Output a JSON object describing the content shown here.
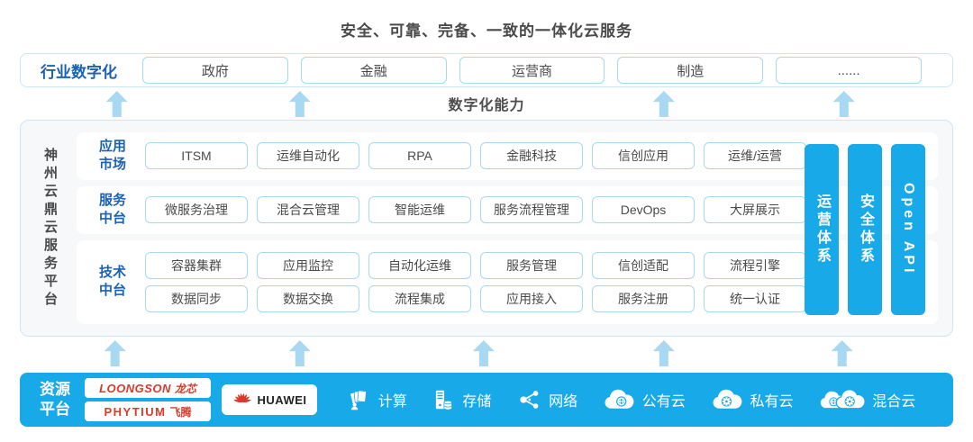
{
  "title": "安全、可靠、完备、一致的一体化云服务",
  "industry_row": {
    "label": "行业数字化",
    "items": [
      "政府",
      "金融",
      "运营商",
      "制造",
      "......"
    ]
  },
  "capability_label": "数字化能力",
  "platform": {
    "side_title": "神州云鼎云服务平台",
    "sections": [
      {
        "label_lines": [
          "应用",
          "市场"
        ],
        "rows": [
          [
            "ITSM",
            "运维自动化",
            "RPA",
            "金融科技",
            "信创应用",
            "运维/运营"
          ]
        ]
      },
      {
        "label_lines": [
          "服务",
          "中台"
        ],
        "rows": [
          [
            "微服务治理",
            "混合云管理",
            "智能运维",
            "服务流程管理",
            "DevOps",
            "大屏展示"
          ]
        ]
      },
      {
        "label_lines": [
          "技术",
          "中台"
        ],
        "rows": [
          [
            "容器集群",
            "应用监控",
            "自动化运维",
            "服务管理",
            "信创适配",
            "流程引擎"
          ],
          [
            "数据同步",
            "数据交换",
            "流程集成",
            "应用接入",
            "服务注册",
            "统一认证"
          ]
        ]
      }
    ],
    "pillars": [
      "运营体系",
      "安全体系",
      "Open API"
    ]
  },
  "resource_bar": {
    "label_lines": [
      "资源",
      "平台"
    ],
    "vendors": [
      {
        "icon": "loongson-logo",
        "text": "LOONGSON",
        "suffix": "龙芯"
      },
      {
        "icon": "phytium-logo",
        "text": "PHYTIUM",
        "suffix": "飞腾"
      },
      {
        "icon": "huawei-logo",
        "text": "HUAWEI"
      }
    ],
    "resources": [
      {
        "icon": "compute-icon",
        "label": "计算"
      },
      {
        "icon": "storage-icon",
        "label": "存储"
      },
      {
        "icon": "network-icon",
        "label": "网络"
      },
      {
        "icon": "public-cloud-icon",
        "label": "公有云"
      },
      {
        "icon": "private-cloud-icon",
        "label": "私有云"
      },
      {
        "icon": "hybrid-cloud-icon",
        "label": "混合云"
      }
    ]
  },
  "colors": {
    "accent_blue": "#17a9e8",
    "label_blue": "#1a62b5",
    "arrow_blue": "#a9d8f3",
    "box_border_blue": "#a8d8f0",
    "panel_border_blue": "#cbe7f6",
    "panel_bg": "#f7f8fa",
    "vendor_red": "#d93a2b",
    "text_dark": "#4a4a4a"
  }
}
